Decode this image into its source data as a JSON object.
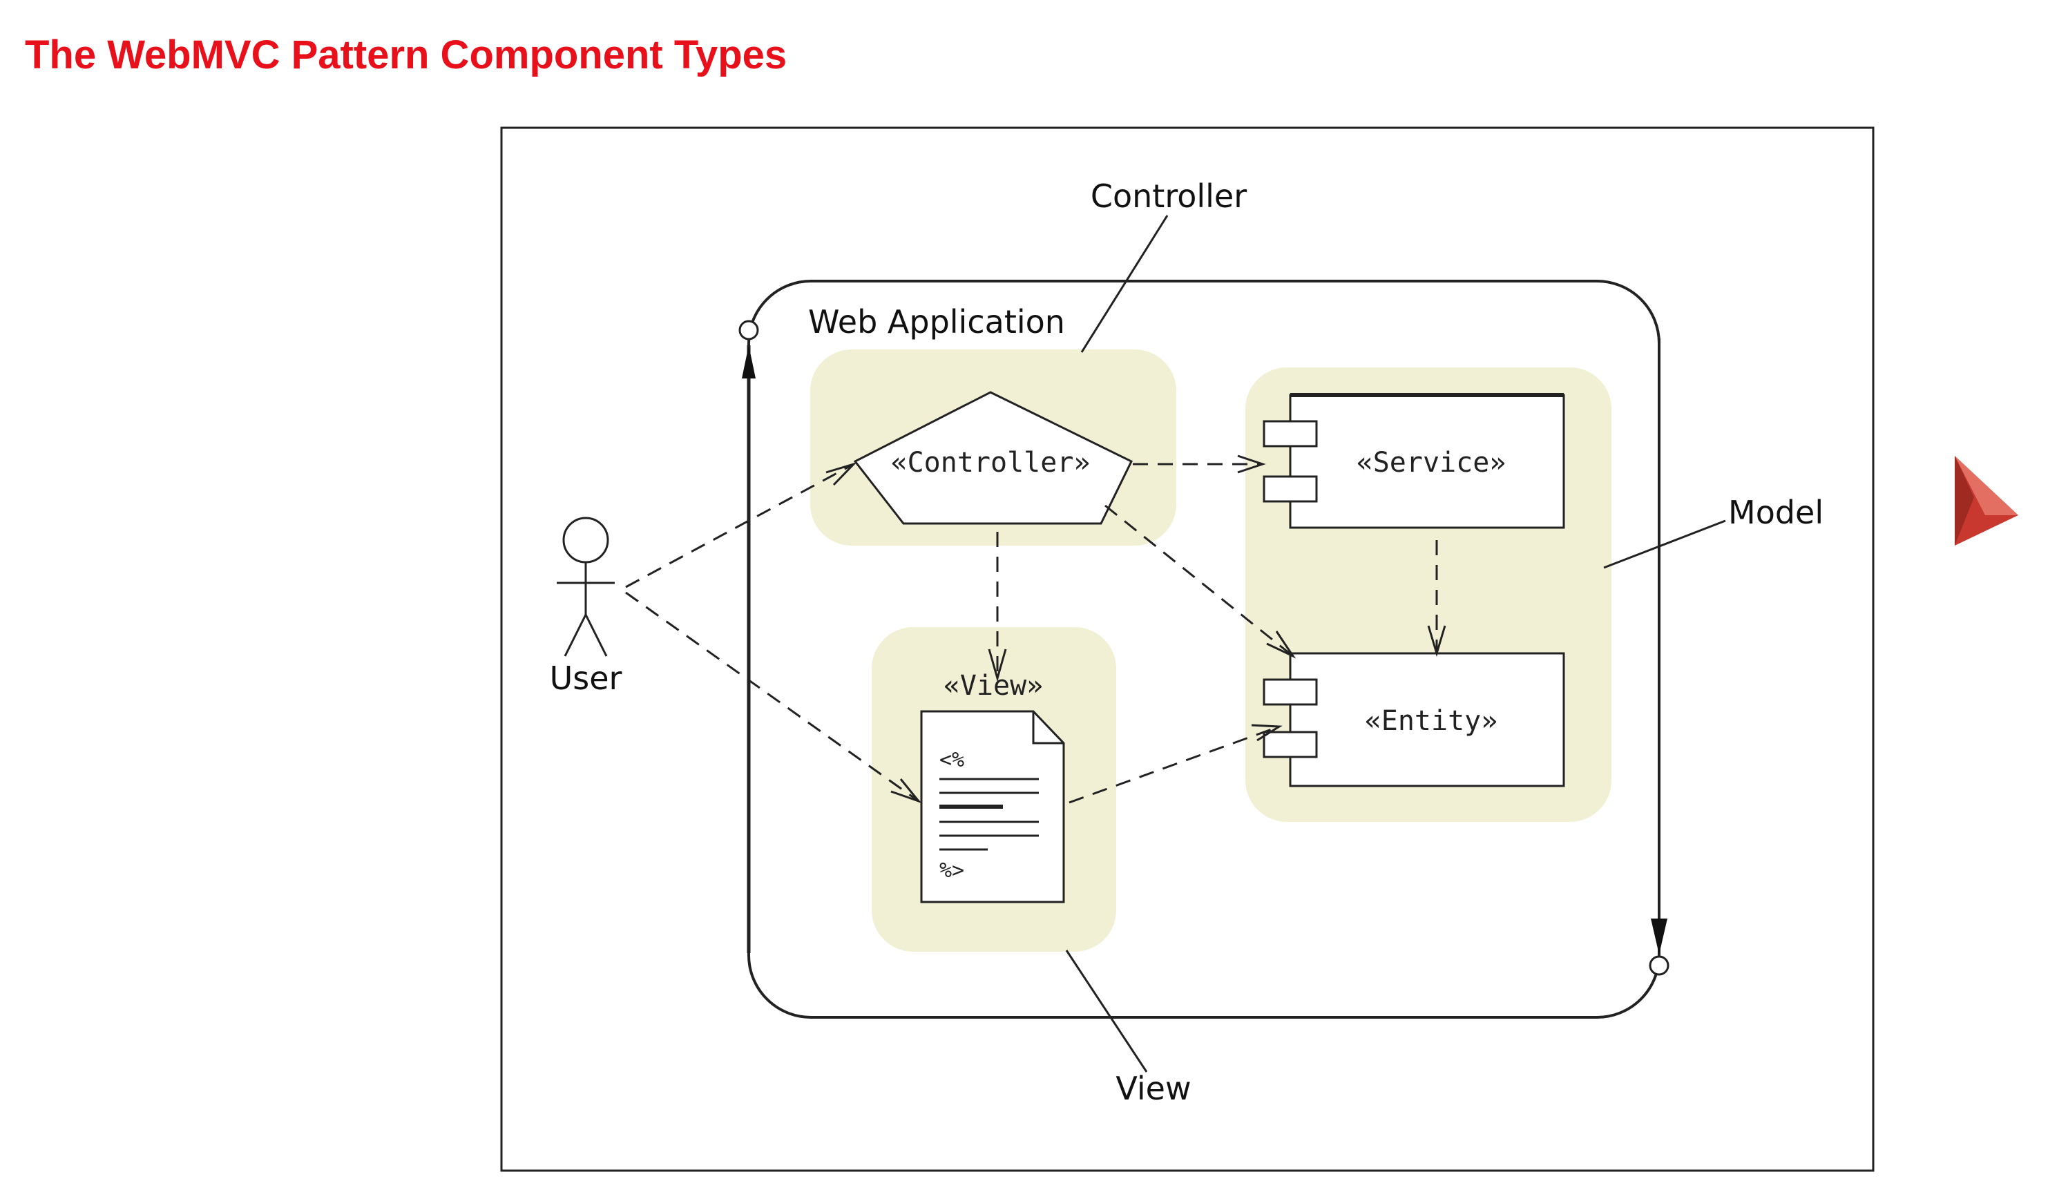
{
  "title": "The WebMVC Pattern Component Types",
  "colors": {
    "title": "#e8101a",
    "highlight": "#f2f0d4",
    "nav_arrow": "#c8382f"
  },
  "diagram": {
    "controller_label": "Controller",
    "web_application_label": "Web Application",
    "model_label": "Model",
    "view_label": "View",
    "user_label": "User",
    "controller_stereotype": "«Controller»",
    "service_stereotype": "«Service»",
    "entity_stereotype": "«Entity»",
    "view_stereotype": "«View»",
    "page_open_tag": "<%",
    "page_close_tag": "%>"
  },
  "nav": {
    "next_icon": "next-slide-arrow-icon"
  }
}
